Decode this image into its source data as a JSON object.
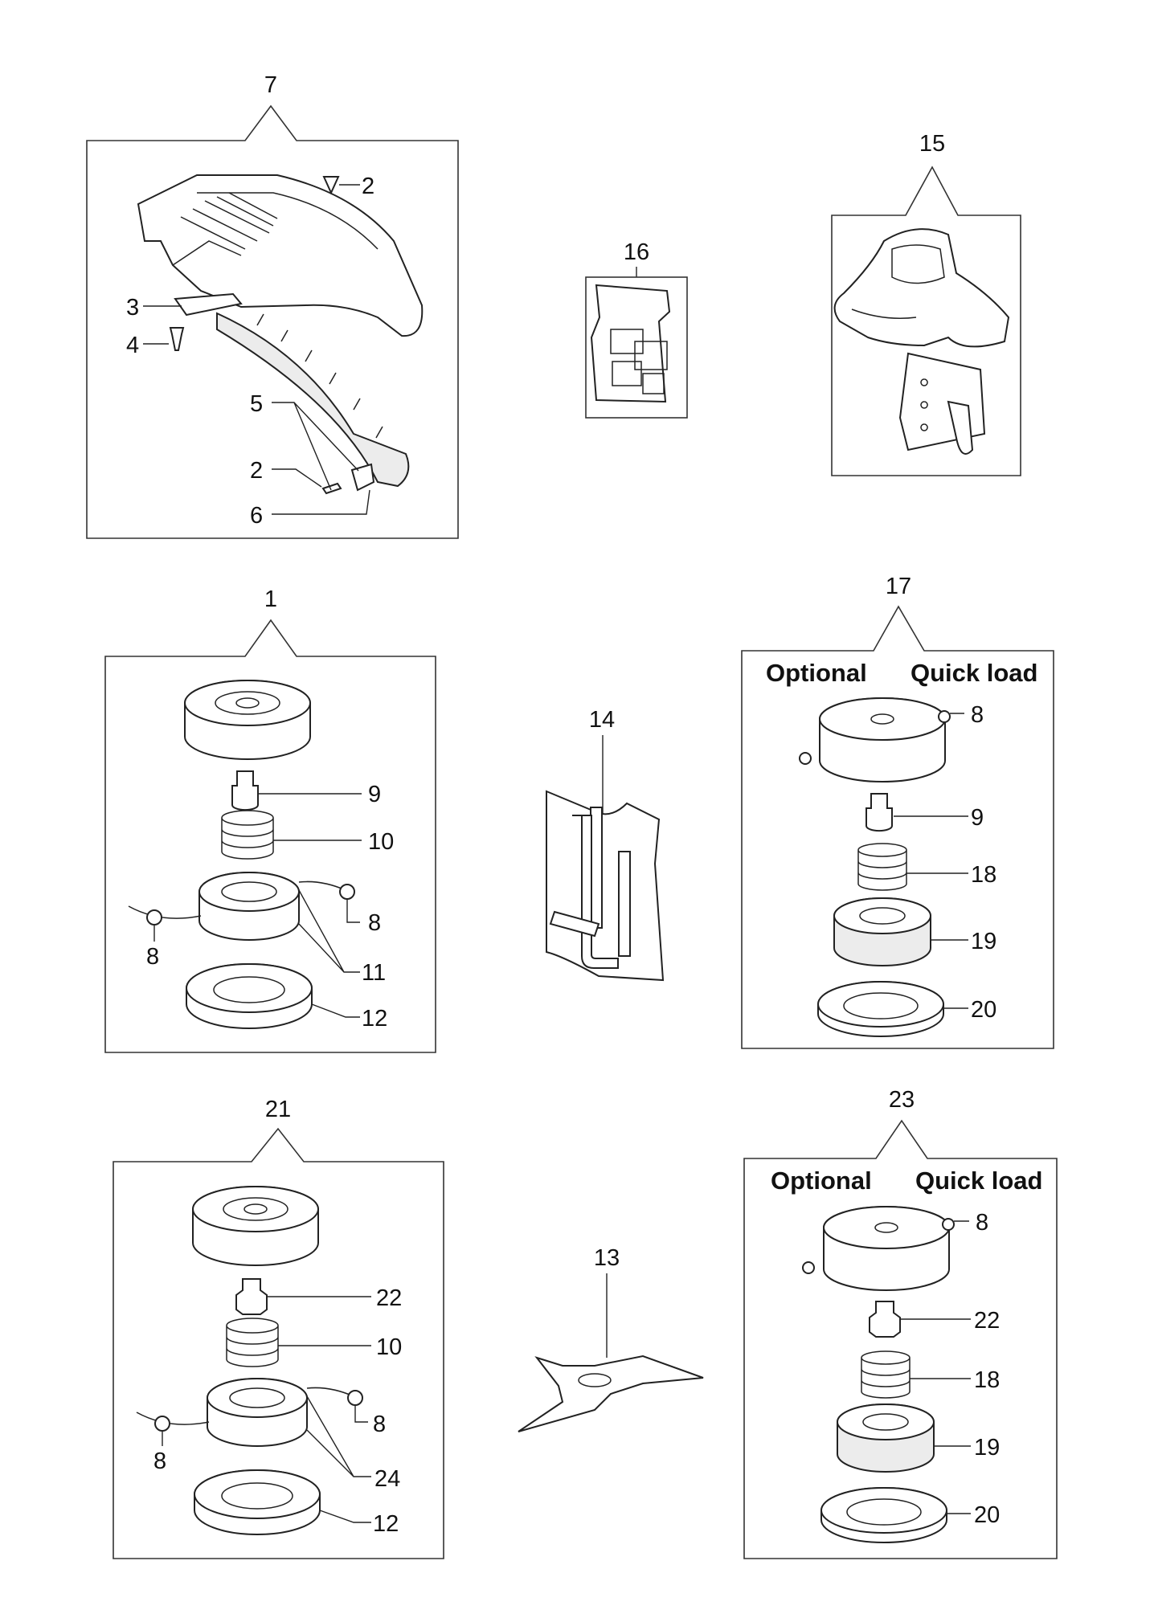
{
  "groups": {
    "g7": {
      "label": "7",
      "callouts": [
        "2",
        "3",
        "4",
        "5",
        "2",
        "6"
      ]
    },
    "g15": {
      "label": "15"
    },
    "g16": {
      "label": "16"
    },
    "g1": {
      "label": "1",
      "callouts": [
        "9",
        "10",
        "8",
        "8",
        "11",
        "12"
      ]
    },
    "g17": {
      "label": "17",
      "optional": "Optional",
      "quick": "Quick load",
      "callouts": [
        "8",
        "9",
        "18",
        "19",
        "20"
      ]
    },
    "g14": {
      "label": "14"
    },
    "g21": {
      "label": "21",
      "callouts": [
        "22",
        "10",
        "8",
        "8",
        "24",
        "12"
      ]
    },
    "g13": {
      "label": "13"
    },
    "g23": {
      "label": "23",
      "optional": "Optional",
      "quick": "Quick load",
      "callouts": [
        "8",
        "22",
        "18",
        "19",
        "20"
      ]
    }
  }
}
